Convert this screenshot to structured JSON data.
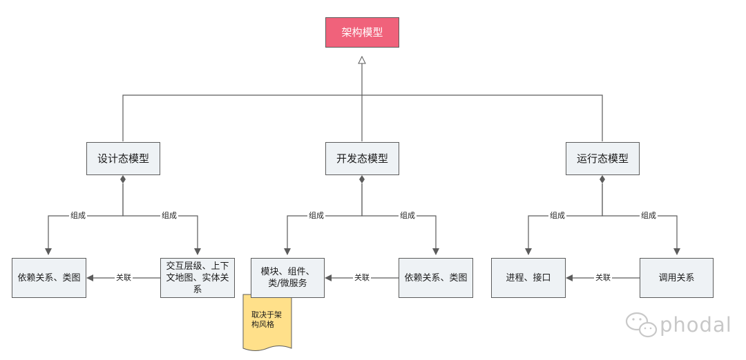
{
  "nodes": {
    "root": "架构模型",
    "design": "设计态模型",
    "dev": "开发态模型",
    "runtime": "运行态模型",
    "design_dep": "依赖关系、类图",
    "design_ctx": "交互层级、上下文地图、实体关系",
    "dev_module": "模块、组件、类/微服务",
    "dev_dep": "依赖关系、类图",
    "run_proc": "进程、接口",
    "run_call": "调用关系"
  },
  "edge_labels": {
    "compose": "组成",
    "assoc": "关联"
  },
  "note": {
    "text": "取决于架构风格",
    "color": "#ffe08a"
  },
  "watermark": {
    "text": "phodal",
    "icon": "wechat-icon"
  },
  "colors": {
    "root": "#f0627b",
    "box": "#eef2f5",
    "line": "#5b5b5b"
  }
}
